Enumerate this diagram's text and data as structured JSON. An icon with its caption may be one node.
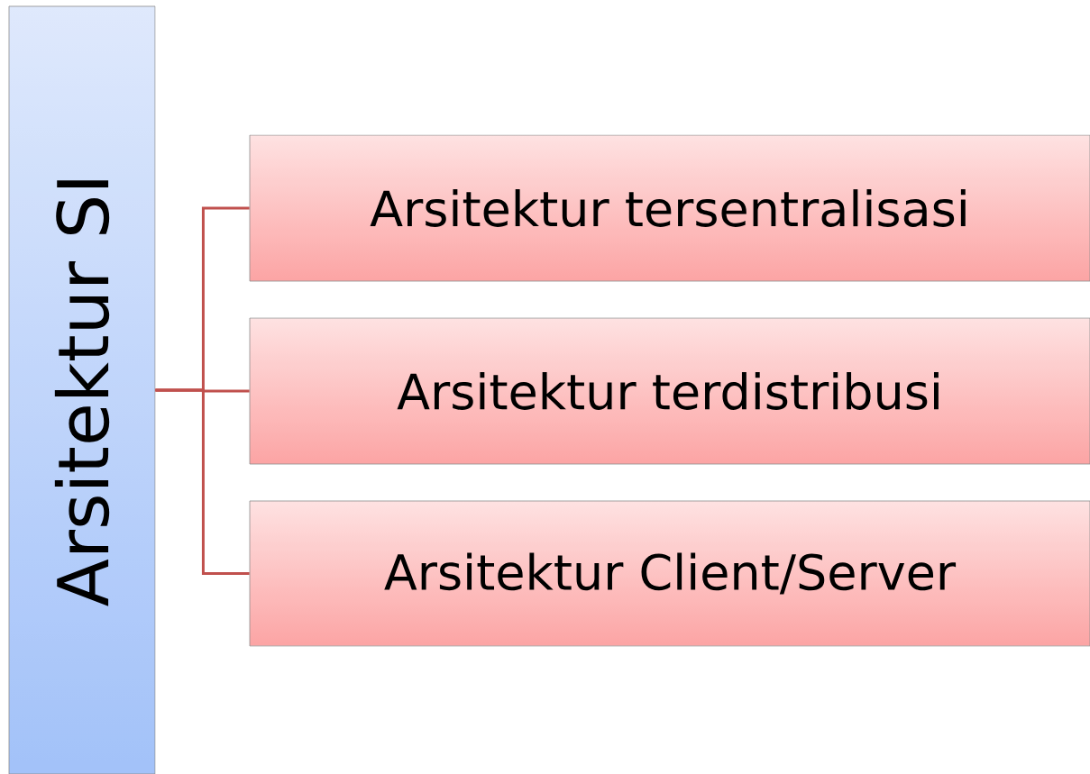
{
  "diagram": {
    "nodes": [
      {
        "text": [
          "Arsitektur SI"
        ]
      },
      {
        "text": [
          "Arsitektur tersentralisasi"
        ]
      },
      {
        "text": [
          "Arsitektur terdistribusi"
        ]
      },
      {
        "text": [
          "Arsitektur Client/Server"
        ]
      }
    ],
    "edges": [
      {
        "from": 0,
        "to": 1,
        "arrow": "none"
      },
      {
        "from": 0,
        "to": 2,
        "arrow": "none"
      },
      {
        "from": 0,
        "to": 3,
        "arrow": "none"
      }
    ]
  }
}
